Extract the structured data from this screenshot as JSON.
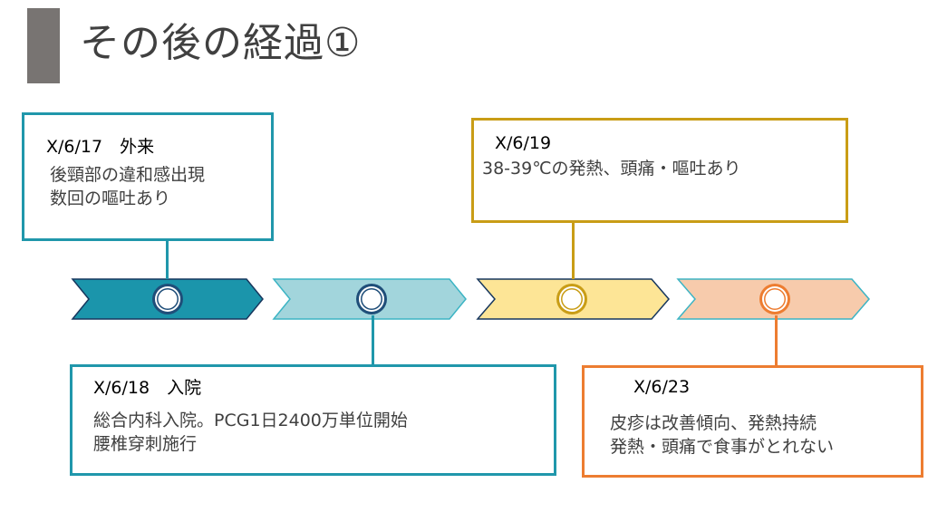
{
  "title": "その後の経過①",
  "colors": {
    "teal": "#1b95ab",
    "light_teal": "#a2d5dc",
    "yellow": "#fde596",
    "peach": "#f7cbac",
    "gold": "#c99d16",
    "orange": "#ed7d31",
    "navy": "#1f4e79",
    "title_bar": "#787472"
  },
  "events": [
    {
      "date": "X/6/17　外来",
      "lines": [
        "後頸部の違和感出現",
        "数回の嘔吐あり"
      ]
    },
    {
      "date": "X/6/18　入院",
      "lines": [
        "総合内科入院。PCG1日2400万単位開始",
        "腰椎穿刺施行"
      ]
    },
    {
      "date": "X/6/19",
      "lines": [
        "38-39℃の発熱、頭痛・嘔吐あり"
      ]
    },
    {
      "date": "X/6/23",
      "lines": [
        "皮疹は改善傾向、発熱持続",
        "発熱・頭痛で食事がとれない"
      ]
    }
  ]
}
